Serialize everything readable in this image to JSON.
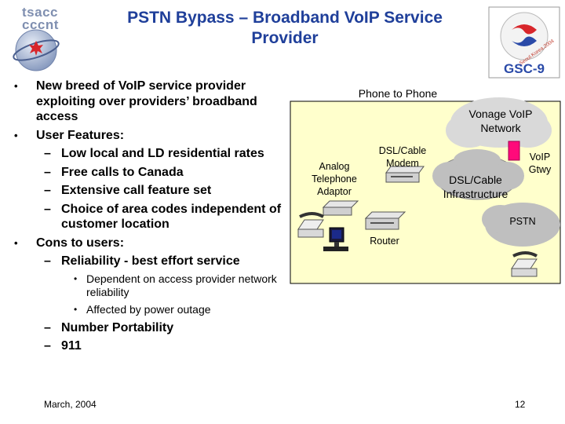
{
  "header": {
    "brand_top": "tsacc",
    "brand_bottom": "cccnt",
    "title": "PSTN Bypass – Broadband VoIP Service Provider",
    "right_logo_text": "GSC-9",
    "right_logo_ring": "Seoul.Korea.2004"
  },
  "bullets": [
    {
      "type": "l1",
      "text": "New breed of VoIP service provider exploiting over providers’ broadband access"
    },
    {
      "type": "l1",
      "text": "User Features:"
    },
    {
      "type": "l2",
      "text": "Low local and LD residential rates"
    },
    {
      "type": "l2",
      "text": "Free calls to Canada"
    },
    {
      "type": "l2",
      "text": "Extensive call feature set"
    },
    {
      "type": "l2",
      "text": "Choice of area codes independent of customer location"
    },
    {
      "type": "l1",
      "text": "Cons to users:"
    },
    {
      "type": "l2",
      "text": "Reliability - best effort service"
    },
    {
      "type": "l3",
      "text": "Dependent on access provider network reliability"
    },
    {
      "type": "l3",
      "text": "Affected by power outage"
    },
    {
      "type": "l2",
      "text": "Number Portability"
    },
    {
      "type": "l2",
      "text": "911"
    }
  ],
  "diagram": {
    "title": "Phone to Phone",
    "vonage": "Vonage VoIP Network",
    "voip_gtwy": "VoIP Gtwy",
    "dsl_modem": "DSL/Cable Modem",
    "ata": "Analog Telephone Adaptor",
    "dsl_infra": "DSL/Cable Infrastructure",
    "pstn": "PSTN",
    "router": "Router"
  },
  "footer": {
    "date": "March, 2004",
    "page": "12"
  }
}
